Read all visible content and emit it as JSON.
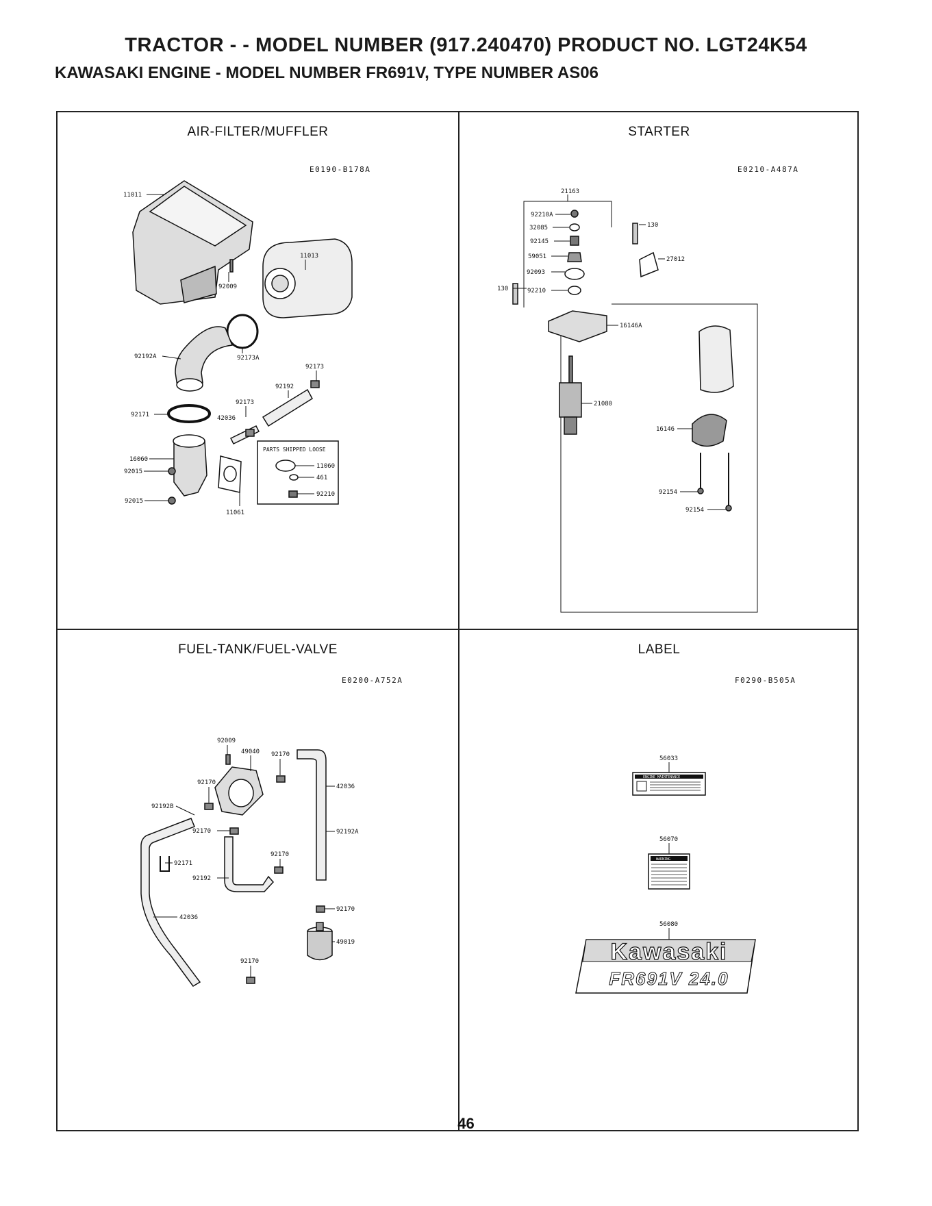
{
  "header": {
    "title": "TRACTOR - - MODEL NUMBER (917.240470) PRODUCT NO. LGT24K54",
    "subtitle": "KAWASAKI ENGINE - MODEL NUMBER FR691V, TYPE NUMBER AS06"
  },
  "panels": {
    "air_filter": {
      "title": "AIR-FILTER/MUFFLER",
      "code": "E0190-B178A",
      "parts_box_title": "PARTS SHIPPED LOOSE",
      "labels": [
        "11011",
        "11013",
        "92009",
        "92192A",
        "92173A",
        "92173",
        "92192",
        "92173",
        "42036",
        "92171",
        "16060",
        "92015",
        "92015",
        "11061",
        "11060",
        "461",
        "92210"
      ]
    },
    "starter": {
      "title": "STARTER",
      "code": "E0210-A487A",
      "labels": [
        "21163",
        "92210A",
        "32085",
        "92145",
        "59051",
        "92093",
        "92210",
        "130",
        "130",
        "27012",
        "16146A",
        "21080",
        "16146",
        "92154",
        "92154"
      ]
    },
    "fuel_tank": {
      "title": "FUEL-TANK/FUEL-VALVE",
      "code": "E0200-A752A",
      "labels": [
        "92009",
        "49040",
        "92170",
        "92170",
        "92192B",
        "42036",
        "92192A",
        "92170",
        "92171",
        "92170",
        "92192",
        "42036",
        "92170",
        "49019",
        "92170"
      ]
    },
    "label": {
      "title": "LABEL",
      "code": "F0290-B505A",
      "labels": [
        "56033",
        "56070",
        "56080"
      ],
      "decal_brand": "Kawasaki",
      "decal_model": "FR691V 24.0",
      "maintenance_label": "ENGINE MAINTENANCE",
      "warning_label": "WARNING"
    }
  },
  "footer": {
    "page_number": "46"
  }
}
